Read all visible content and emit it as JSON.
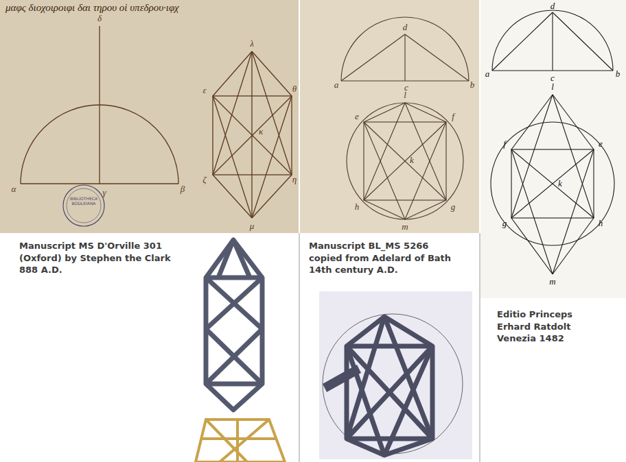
{
  "diagram": {
    "labels": [
      "μαφς διοχοιροιφι δαι τηρου οἱ υπεδρου·ιφχ",
      "BIBLIOTHECA BODLEIANA",
      "α",
      "δ",
      "γ",
      "β",
      "λ",
      "ε",
      "θ",
      "κ",
      "ζ",
      "η",
      "μ",
      "d",
      "a",
      "c",
      "b",
      "l",
      "e",
      "f",
      "k",
      "h",
      "g",
      "m",
      "d",
      "a",
      "c",
      "b",
      "l",
      "f",
      "e",
      "k",
      "g",
      "h",
      "m",
      "Manuscript MS D'Orville 301 (Oxford) by Stephen the Clark 888 A.D.",
      "Manuscript BL_MS 5266 copied from Adelard of Bath 14th century A.D.",
      "Editio Princeps Erhard Ratdolt Venezia 1482"
    ]
  }
}
